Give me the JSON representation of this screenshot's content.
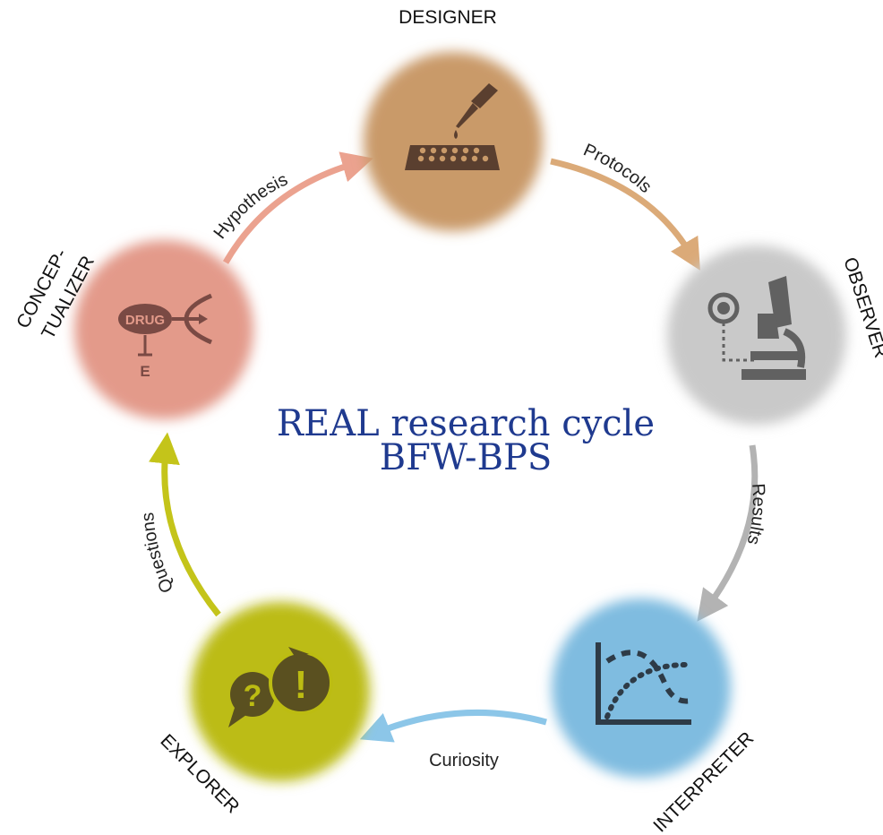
{
  "title": {
    "line1": "REAL research cycle",
    "line2": "BFW-BPS"
  },
  "roles": {
    "designer": {
      "label": "DESIGNER",
      "icon": "well-plate-pipette-icon",
      "color": "#c99a69"
    },
    "observer": {
      "label": "OBSERVER",
      "icon": "microscope-icon",
      "color": "#c9c9c9"
    },
    "interpreter": {
      "label": "INTERPRETER",
      "icon": "line-chart-icon",
      "color": "#7fbce0"
    },
    "explorer": {
      "label": "EXPLORER",
      "icon": "question-exclamation-bubbles-icon",
      "color": "#bcbc12"
    },
    "conceptualizer": {
      "label_line1": "CONCEP-",
      "label_line2": "TUALIZER",
      "icon": "drug-receptor-icon",
      "drug_text": "DRUG",
      "e_text": "E",
      "color": "#e39a8a"
    }
  },
  "arrows": {
    "hypothesis": {
      "label": "Hypothesis",
      "color": "#eba28f"
    },
    "protocols": {
      "label": "Protocols",
      "color": "#dbaa78"
    },
    "results": {
      "label": "Results",
      "color": "#b3b3b3"
    },
    "curiosity": {
      "label": "Curiosity",
      "color": "#8cc6e8"
    },
    "questions": {
      "label": "Questions",
      "color": "#c4c41a"
    }
  }
}
